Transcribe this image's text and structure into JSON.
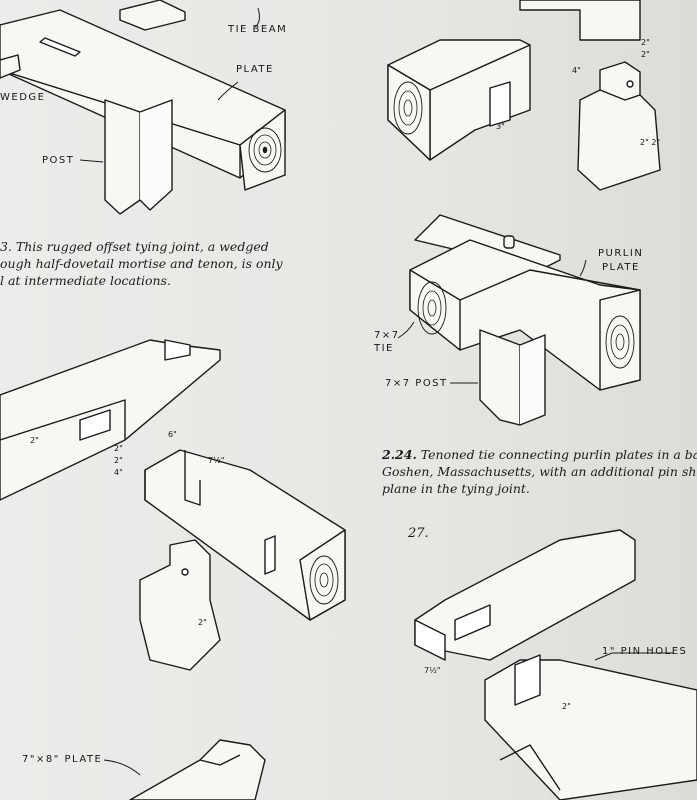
{
  "captions": {
    "c23_line1": "3. This rugged offset tying joint, a wedged",
    "c23_line2": "ough half-dovetail mortise and tenon, is only",
    "c23_line3": "l at intermediate locations.",
    "c24_num": "2.24.",
    "c24_line1": "Tenoned tie connecting purlin plates in a bar",
    "c24_line2": "Goshen, Massachusetts, with an additional pin she",
    "c24_line3": "plane in the tying joint."
  },
  "figure_numbers": {
    "fig27": "27."
  },
  "labels": {
    "tie_beam": "TIE BEAM",
    "plate": "PLATE",
    "wedge": "WEDGE",
    "post": "POST",
    "purlin": "PURLIN",
    "purlin_plate": "PLATE",
    "tie_7x7": "7×7",
    "tie": "TIE",
    "post_7x7": "7×7  POST",
    "pin_holes": "1\"  PIN HOLES",
    "plate_7x8": "7\"×8\"  PLATE"
  },
  "dimensions": {
    "d_3in": "3\"",
    "d_2in_a": "2\"",
    "d_2in_b": "2\"",
    "d_4in": "4\"",
    "d_2_2": "2\" 2\"",
    "d_6in": "6\"",
    "d_2in_c": "2\"",
    "d_2in_d": "2\"",
    "d_4in_b": "4\"",
    "d_7half": "7½\"",
    "d_2in_e": "2\"",
    "d_2in_f": "2\"",
    "d_7half_b": "7½\"",
    "d_2in_g": "2\""
  }
}
